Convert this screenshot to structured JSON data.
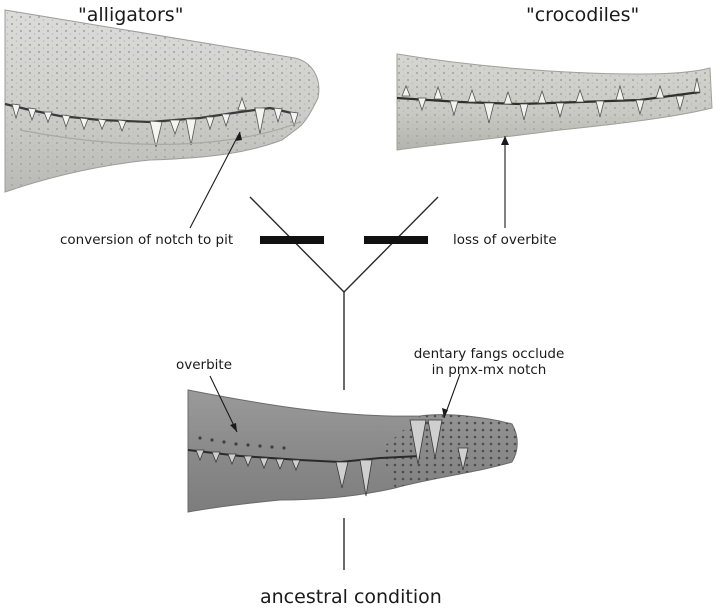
{
  "titles": {
    "alligators": "\"alligators\"",
    "crocodiles": "\"crocodiles\""
  },
  "labels": {
    "notch_to_pit": "conversion of notch to pit",
    "loss_of_overbite": "loss of overbite",
    "overbite": "overbite",
    "dentary_line1": "dentary fangs occlude",
    "dentary_line2": "in pmx-mx notch",
    "ancestral": "ancestral condition"
  }
}
